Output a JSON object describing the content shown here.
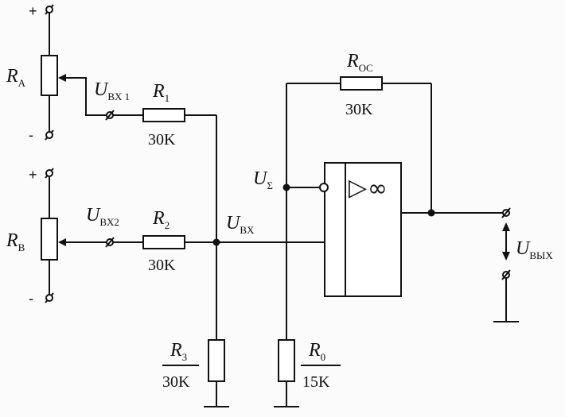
{
  "pot_a": {
    "name": "R",
    "sub": "A",
    "plus": "+",
    "minus": "-"
  },
  "pot_b": {
    "name": "R",
    "sub": "B",
    "plus": "+",
    "minus": "-"
  },
  "inputs": [
    {
      "name": "U",
      "sub": "BX 1"
    },
    {
      "name": "U",
      "sub": "BX2"
    }
  ],
  "resistors": {
    "r1": {
      "name": "R",
      "sub": "1",
      "value": "30K"
    },
    "r2": {
      "name": "R",
      "sub": "2",
      "value": "30K"
    },
    "r3": {
      "name": "R",
      "sub": "3",
      "value": "30K"
    },
    "r0": {
      "name": "R",
      "sub": "0",
      "value": "15K"
    },
    "roc": {
      "name": "R",
      "sub": "OC",
      "value": "30K"
    }
  },
  "nodes": {
    "ubx": {
      "name": "U",
      "sub": "BX"
    },
    "usum": {
      "name": "U",
      "sub": "Σ"
    },
    "uout": {
      "name": "U",
      "sub": "ВЫХ"
    }
  },
  "opamp": {
    "triangle": "▷",
    "infinity": "∞"
  }
}
